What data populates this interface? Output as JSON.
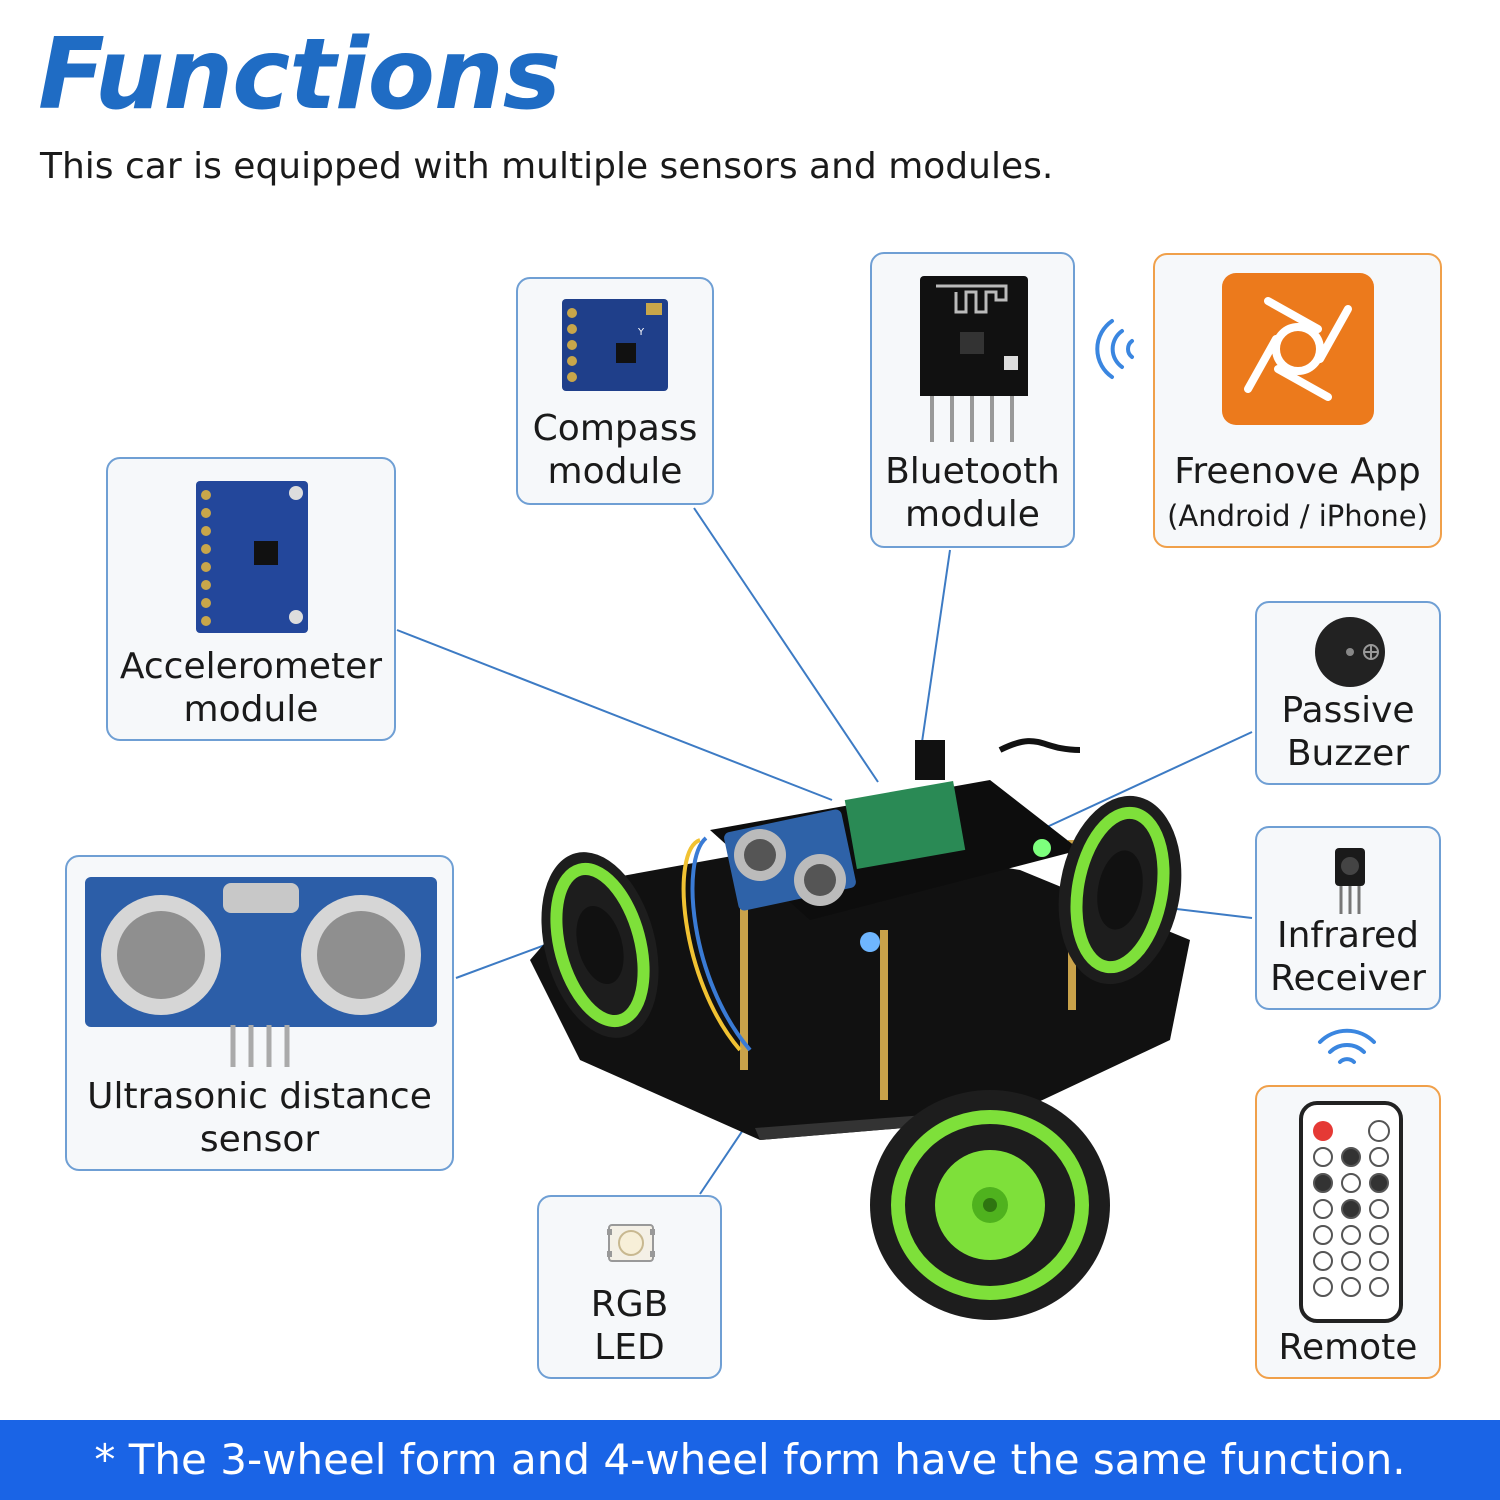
{
  "header": {
    "title": "Functions",
    "subtitle": "This car is equipped with multiple sensors and modules."
  },
  "modules": {
    "compass": {
      "line1": "Compass",
      "line2": "module",
      "icon": "compass-module-icon"
    },
    "bluetooth": {
      "line1": "Bluetooth",
      "line2": "module",
      "icon": "bluetooth-module-icon"
    },
    "app": {
      "line1": "Freenove App",
      "line2": "(Android / iPhone)",
      "icon": "freenove-app-icon"
    },
    "accelerometer": {
      "line1": "Accelerometer",
      "line2": "module",
      "icon": "accelerometer-module-icon"
    },
    "buzzer": {
      "line1": "Passive",
      "line2": "Buzzer",
      "icon": "buzzer-icon"
    },
    "infrared": {
      "line1": "Infrared",
      "line2": "Receiver",
      "icon": "infrared-receiver-icon"
    },
    "ultrasonic": {
      "line1": "Ultrasonic distance",
      "line2": "sensor",
      "icon": "ultrasonic-sensor-icon"
    },
    "rgb": {
      "line1": "RGB",
      "line2": "LED",
      "icon": "rgb-led-icon"
    },
    "remote": {
      "line1": "Remote",
      "icon": "remote-control-icon"
    }
  },
  "footer": {
    "note": "* The 3-wheel form and 4-wheel form have the same function."
  },
  "colors": {
    "title": "#1f6cc4",
    "box_border_blue": "#6f9fd4",
    "box_border_orange": "#f0a04a",
    "footer_bg": "#1a64e6",
    "app_orange": "#ec7a1c",
    "wheel_green": "#7ee03a"
  }
}
